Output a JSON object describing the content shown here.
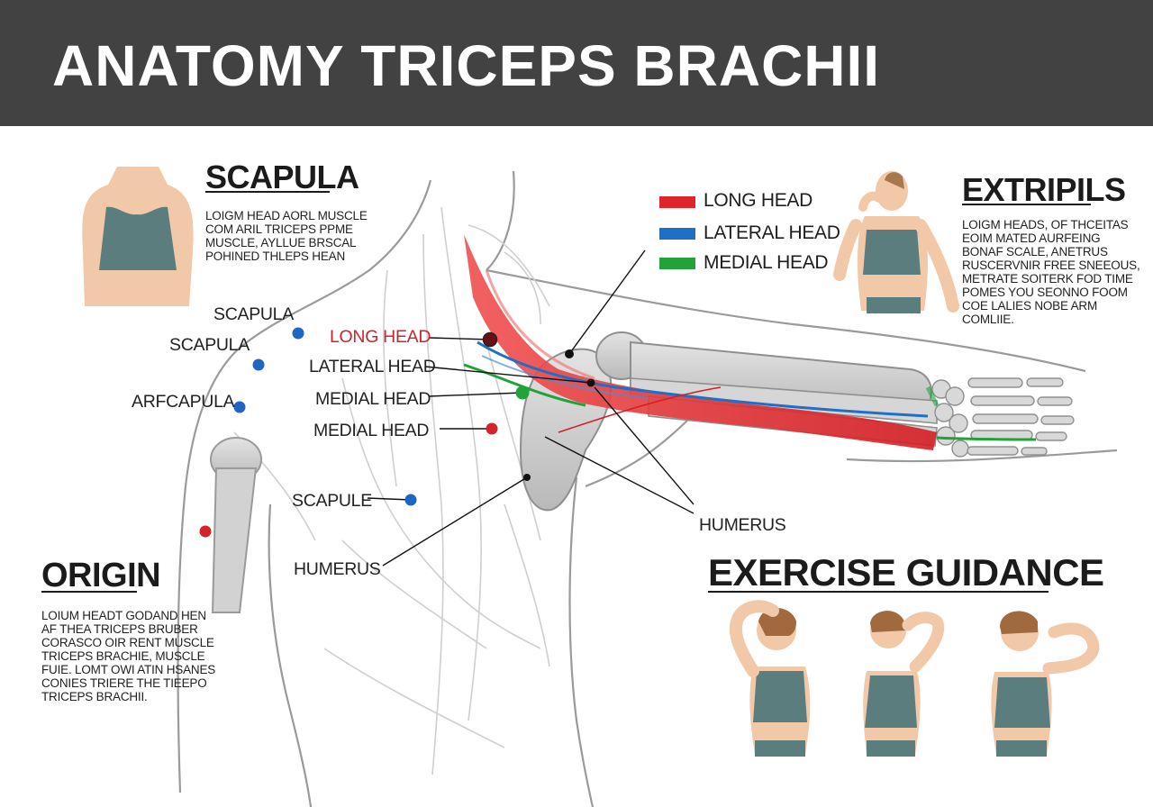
{
  "title": "ANATOMY TRICEPS BRACHII",
  "sections": {
    "scapula": {
      "heading": "SCAPULA",
      "lines": [
        "LOIGM HEAD AORL MUSCLE",
        "COM ARIL TRICEPS PPME",
        "MUSCLE, AYLLUE BRSCAL",
        "POHINED THLEPS HEAN"
      ]
    },
    "extripils": {
      "heading": "EXTRIPILS",
      "lines": [
        "LOIGM HEADS, OF THCEITAS",
        "EOIM MATED AURFEING",
        "BONAF SCALE, ANETRUS",
        "RUSCERVNIR FREE SNEEOUS,",
        "METRATE SOITERK FOD TIME",
        "POMES YOU SEONNO FOOM",
        "COE LALIES NOBE ARM",
        "COMLIIE."
      ]
    },
    "origin": {
      "heading": "ORIGIN",
      "lines": [
        "LOIUM HEADT GODAND HEN",
        "AF THEA TRICEPS BRUBER",
        "CORASCO OIR RENT MUSCLE",
        "TRICEPS BRACHIE, MUSCLE",
        "FUIE. LOMT OWI ATIN HSANES",
        "CONIES TRIERE THE TIEEPO",
        "TRICEPS BRACHII."
      ]
    },
    "exercise": {
      "heading": "EXERCISE GUIDANCE"
    }
  },
  "legend": [
    {
      "label": "LONG HEAD",
      "color": "#e0242b"
    },
    {
      "label": "LATERAL HEAD",
      "color": "#1f6fc6"
    },
    {
      "label": "MEDIAL HEAD",
      "color": "#22a23a"
    }
  ],
  "callouts": {
    "scapula_1": "SCAPULA",
    "scapula_2": "SCAPULA",
    "arfscapula": "ARFCAPULA",
    "long_head": "LONG HEAD",
    "lateral_head": "LATERAL HEAD",
    "medial_head_1": "MEDIAL HEAD",
    "medial_head_2": "MEDIAL HEAD",
    "scapule": "SCAPULE",
    "humerus_left": "HUMERUS",
    "humerus_right": "HUMERUS"
  },
  "colors": {
    "header_bg": "#424242",
    "long_head": "#e0242b",
    "lateral_head": "#1f6fc6",
    "medial_head": "#22a23a",
    "bone": "#c9c9c9",
    "top_color": "#5b7d7d",
    "skin": "#f1c8a8"
  }
}
